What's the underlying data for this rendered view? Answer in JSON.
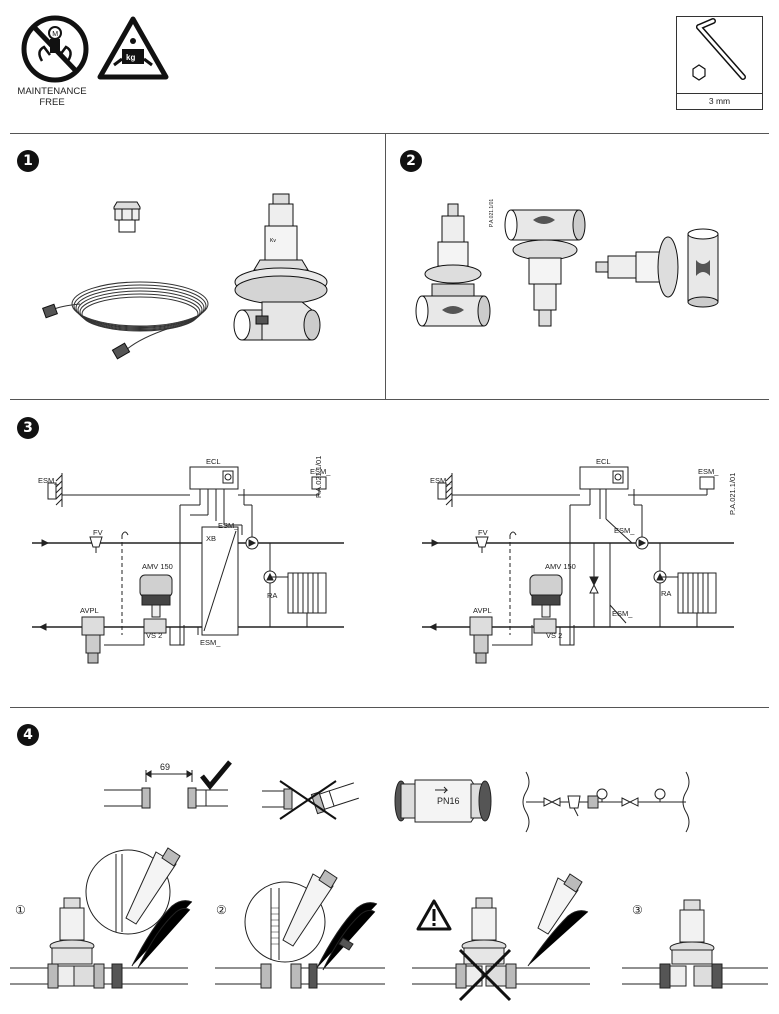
{
  "header": {
    "maintenance_label": "MAINTENANCE\nFREE",
    "tool_size": "3 mm"
  },
  "sections": {
    "s1": "1",
    "s2": "2",
    "s3": "3",
    "s4": "4"
  },
  "diagram_left": {
    "ecl": "ECL",
    "esm_left": "ESM_",
    "esm_right": "ESM_",
    "esm_xb": "ESM_",
    "esm_bottom": "ESM_",
    "code": "P.A.021.1/01",
    "fv": "FV",
    "amv": "AMV 150",
    "xb": "XB",
    "ra": "RA",
    "avpl": "AVPL",
    "vs": "VS 2"
  },
  "diagram_right": {
    "ecl": "ECL",
    "esm_left": "ESM_",
    "esm_right": "ESM_",
    "esm_mid": "ESM_",
    "esm_bottom": "ESM_",
    "code": "P.A.021.1/01",
    "fv": "FV",
    "amv": "AMV 150",
    "ra": "RA",
    "avpl": "AVPL",
    "vs": "VS 2"
  },
  "install": {
    "gap": "69",
    "pn": "PN16",
    "step1": "①",
    "step2": "②",
    "step3": "③"
  },
  "colors": {
    "line": "#222222",
    "separator": "#555555",
    "gray_fill": "#bdbdbd",
    "dark_fill": "#555555"
  }
}
